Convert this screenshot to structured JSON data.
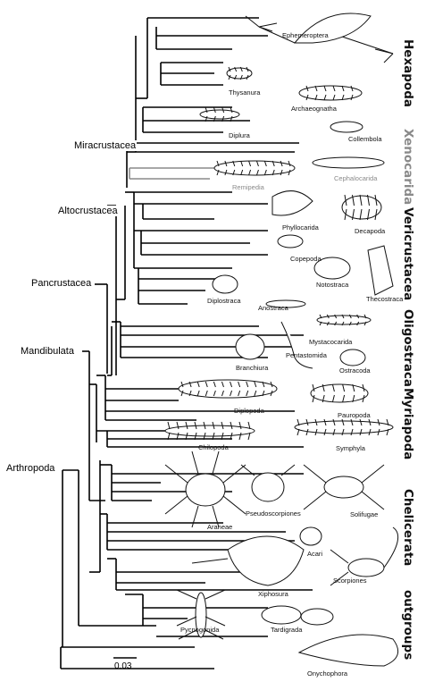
{
  "clades": {
    "miracrustacea": "Miracrustacea",
    "altocrustacea": "Altocrustacea",
    "pancrustacea": "Pancrustacea",
    "mandibulata": "Mandibulata",
    "arthropoda": "Arthropoda"
  },
  "groups": {
    "hexapoda": "Hexapoda",
    "xenocarida": "Xenocarida",
    "vericrustacea": "Vericrustacea",
    "oligostraca": "Oligostraca",
    "myriapoda": "Myriapoda",
    "chelicerata": "Chelicerata",
    "outgroups": "outgroups"
  },
  "taxa": {
    "ephemeroptera": "Ephemeroptera",
    "thysanura": "Thysanura",
    "archaeognatha": "Archaeognatha",
    "diplura": "Diplura",
    "collembola": "Collembola",
    "cephalocarida": "Cephalocarida",
    "remipedia": "Remipedia",
    "phyllocarida": "Phyllocarida",
    "decapoda": "Decapoda",
    "copepoda": "Copepoda",
    "notostraca": "Notostraca",
    "thecostraca": "Thecostraca",
    "diplostraca": "Diplostraca",
    "anostraca": "Anostraca",
    "mystacocarida": "Mystacocarida",
    "pentastomida": "Pentastomida",
    "branchiura": "Branchiura",
    "ostracoda": "Ostracoda",
    "diplopoda": "Diplopoda",
    "pauropoda": "Pauropoda",
    "chilopoda": "Chilopoda",
    "symphyla": "Symphyla",
    "araneae": "Araneae",
    "pseudoscorpiones": "Pseudoscorpiones",
    "solifugae": "Solifugae",
    "acari": "Acari",
    "scorpiones": "Scorpiones",
    "xiphosura": "Xiphosura",
    "pycnogonida": "Pycnogonida",
    "tardigrada": "Tardigrada",
    "onychophora": "Onychophora"
  },
  "scale_bar": {
    "label": "0.03"
  },
  "colors": {
    "tree": "#000000",
    "xenocarida": "#8a8a8a",
    "animal_fill": "#ffffff"
  }
}
